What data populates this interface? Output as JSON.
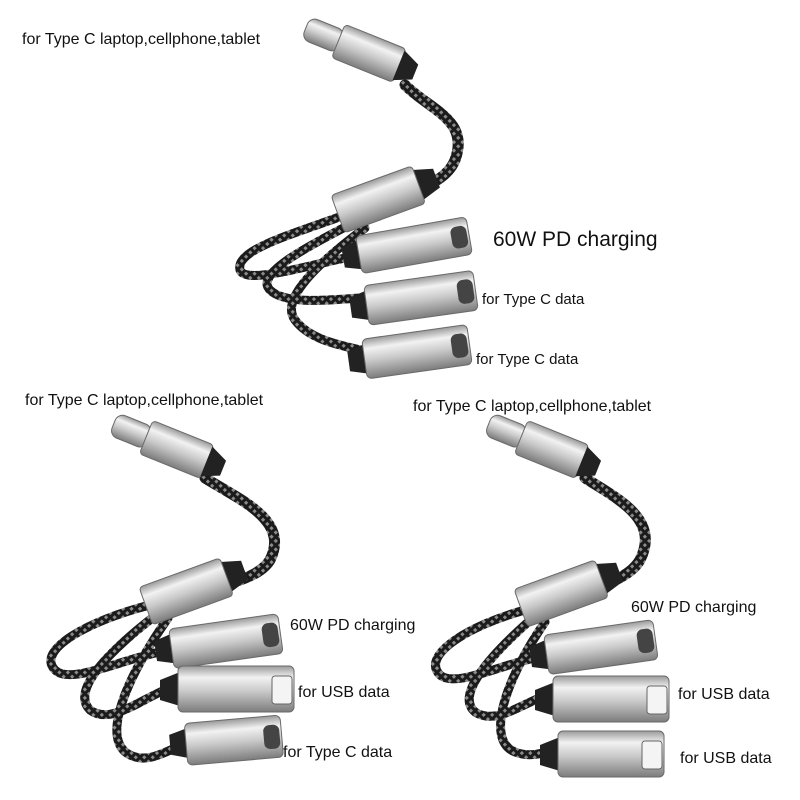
{
  "product_image": {
    "top_set": {
      "input_label": "for Type C laptop,cellphone,tablet",
      "port_labels": [
        "60W PD charging",
        "for Type C data",
        "for Type C data"
      ]
    },
    "bottom_left_set": {
      "input_label": "for Type C laptop,cellphone,tablet",
      "port_labels": [
        "60W PD charging",
        "for USB data",
        "for Type C data"
      ]
    },
    "bottom_right_set": {
      "input_label": "for Type C laptop,cellphone,tablet",
      "port_labels": [
        "60W PD charging",
        "for USB data",
        "for USB data"
      ]
    }
  }
}
